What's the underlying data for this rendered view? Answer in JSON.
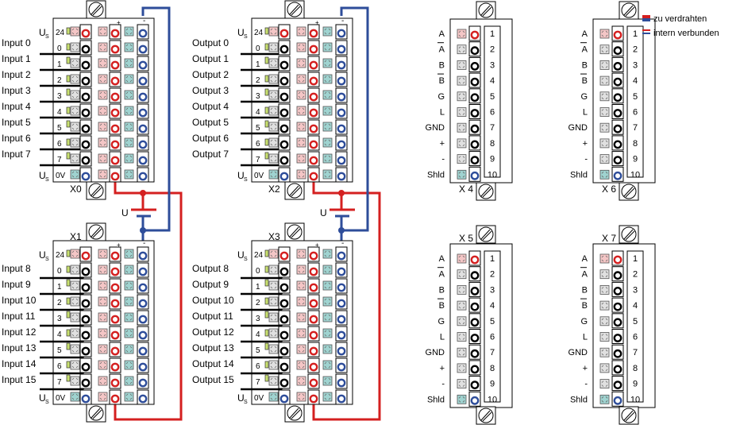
{
  "colors": {
    "wire_red": "#d42020",
    "wire_blue": "#2e4d9a",
    "wire_black": "#000000",
    "pink_square": "#f4c6c6",
    "gray_square": "#e0e0e0",
    "teal_square": "#9fd3d0",
    "led_green": "#c8e070"
  },
  "legend": {
    "items": [
      {
        "label": "zu verdrahten",
        "icon": "red-blue-flag-icon"
      },
      {
        "label": "intern verbunden",
        "icon": "red-blue-stripes-icon"
      }
    ]
  },
  "io_blocks": [
    {
      "id": "X0",
      "label": "X0",
      "label_position": "bottom",
      "top_label": "US",
      "top_sub": "S",
      "top_value": "24",
      "bottom_label": "U",
      "bottom_sub": "S",
      "bottom_value": "0V",
      "channels": [
        "0",
        "1",
        "2",
        "3",
        "4",
        "5",
        "6",
        "7"
      ],
      "signals": [
        "Input 0",
        "Input 1",
        "Input 2",
        "Input 3",
        "Input 4",
        "Input 5",
        "Input 6",
        "Input 7"
      ]
    },
    {
      "id": "X1",
      "label": "X1",
      "label_position": "top",
      "top_label": "U",
      "top_sub": "S",
      "top_value": "24",
      "bottom_label": "U",
      "bottom_sub": "S",
      "bottom_value": "0V",
      "channels": [
        "0",
        "1",
        "2",
        "3",
        "4",
        "5",
        "6",
        "7"
      ],
      "signals": [
        "Input 8",
        "Input 9",
        "Input 10",
        "Input 11",
        "Input 12",
        "Input 13",
        "Input 14",
        "Input 15"
      ]
    },
    {
      "id": "X2",
      "label": "X2",
      "label_position": "bottom",
      "top_label": "U",
      "top_sub": "S",
      "top_value": "24",
      "bottom_label": "U",
      "bottom_sub": "S",
      "bottom_value": "0V",
      "channels": [
        "0",
        "1",
        "2",
        "3",
        "4",
        "5",
        "6",
        "7"
      ],
      "signals": [
        "Output 0",
        "Output 1",
        "Output 2",
        "Output 3",
        "Output 4",
        "Output 5",
        "Output 6",
        "Output 7"
      ]
    },
    {
      "id": "X3",
      "label": "X3",
      "label_position": "top",
      "top_label": "U",
      "top_sub": "S",
      "top_value": "24",
      "bottom_label": "U",
      "bottom_sub": "S",
      "bottom_value": "0V",
      "channels": [
        "0",
        "1",
        "2",
        "3",
        "4",
        "5",
        "6",
        "7"
      ],
      "signals": [
        "Output 8",
        "Output 9",
        "Output 10",
        "Output 11",
        "Output 12",
        "Output 13",
        "Output 14",
        "Output 15"
      ]
    }
  ],
  "supply_label": "U",
  "encoder_blocks": [
    {
      "id": "X4",
      "label": "X 4",
      "label_position": "bottom"
    },
    {
      "id": "X6",
      "label": "X 6",
      "label_position": "bottom"
    },
    {
      "id": "X5",
      "label": "X 5",
      "label_position": "top"
    },
    {
      "id": "X7",
      "label": "X 7",
      "label_position": "top"
    }
  ],
  "encoder_pins": [
    {
      "signal": "A",
      "overline": false,
      "number": "1",
      "type": "red"
    },
    {
      "signal": "A",
      "overline": true,
      "number": "2",
      "type": "black"
    },
    {
      "signal": "B",
      "overline": false,
      "number": "3",
      "type": "black"
    },
    {
      "signal": "B",
      "overline": true,
      "number": "4",
      "type": "black"
    },
    {
      "signal": "G",
      "overline": false,
      "number": "5",
      "type": "black"
    },
    {
      "signal": "L",
      "overline": false,
      "number": "6",
      "type": "black"
    },
    {
      "signal": "GND",
      "overline": false,
      "number": "7",
      "type": "black"
    },
    {
      "signal": "+",
      "overline": false,
      "number": "8",
      "type": "black"
    },
    {
      "signal": "-",
      "overline": false,
      "number": "9",
      "type": "black"
    },
    {
      "signal": "Shld",
      "overline": false,
      "number": "10",
      "type": "blue"
    }
  ]
}
